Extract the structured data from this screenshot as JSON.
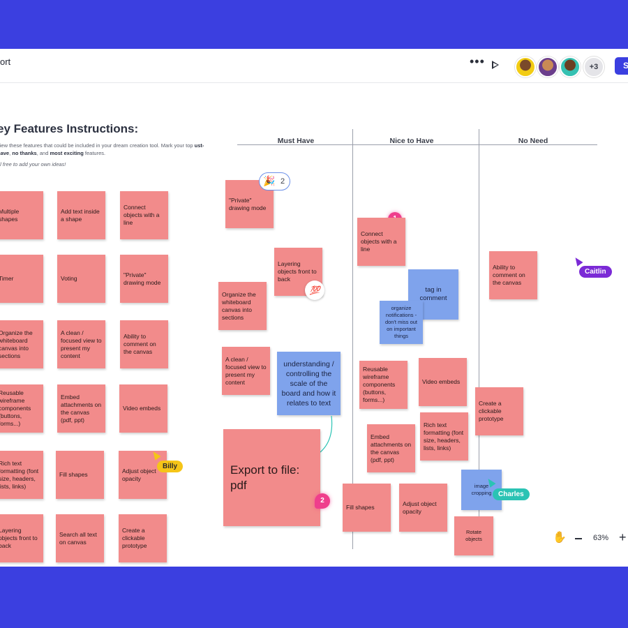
{
  "app": {
    "board_title": "ort",
    "more_label": "•••",
    "extra_collaborators": "+3",
    "share_label": "S"
  },
  "instructions": {
    "title": "ey Features Instructions:",
    "text_1": "view these features that could be included in your dream creation tool. Mark your top",
    "must_have": "ust-have",
    "comma_1": ", ",
    "no_thanks": "no thanks",
    "comma_2": ", and ",
    "most_exciting": "most exciting",
    "text_2": " features.",
    "italic": "el free to add your own ideas!"
  },
  "palette": [
    "Multiple shapes",
    "Add text inside a shape",
    "Connect objects with a line",
    "Timer",
    "Voting",
    "\"Private\" drawing mode",
    "Organize the whiteboard canvas into sections",
    "A clean / focused view to present my content",
    "Ability to comment on the canvas",
    "Reusable wireframe components (buttons, forms...)",
    "Embed attachments on the canvas (pdf, ppt)",
    "Video embeds",
    "Rich text formatting (font size, headers, lists, links)",
    "Fill shapes",
    "Adjust object opacity",
    "Layering objects front to back",
    "Search all text on canvas",
    "Create a clickable prototype"
  ],
  "columns": {
    "must_have": "Must Have",
    "nice_to_have": "Nice to Have",
    "no_need": "No Need"
  },
  "must_notes": {
    "private": "\"Private\" drawing mode",
    "layering": "Layering objects front to back",
    "organize": "Organize the whiteboard canvas into sections",
    "clean_view": "A clean / focused view to present my content",
    "understanding": "understanding / controlling the scale of the board and how it relates to text",
    "export": "Export to file: pdf"
  },
  "nice_notes": {
    "connect": "Connect objects with a line",
    "tag": "tag in comment",
    "organize_notif": "organize notifications - don't miss out on important things",
    "reusable": "Reusable wireframe components (buttons, forms...)",
    "video": "Video embeds",
    "embed": "Embed attachments on the canvas (pdf, ppt)",
    "rich": "Rich text formatting (font size, headers, lists, links)",
    "fill": "Fill shapes",
    "opacity": "Adjust object opacity"
  },
  "no_need_notes": {
    "ability": "Ability to comment on the canvas",
    "clickable": "Create a clickable prototype",
    "image": "image cropping",
    "rotate": "Rotate objects"
  },
  "reactions": {
    "party_emoji": "🎉",
    "party_count": "2",
    "hundred": "💯",
    "comment_badge_1": "1",
    "comment_badge_2": "2"
  },
  "cursors": {
    "caitlin": "Caitlin",
    "billy": "Billy",
    "charles": "Charles"
  },
  "colors": {
    "background": "#3b3fe0",
    "note_pink": "#f28b8b",
    "note_blue": "#7fa3ec",
    "caitlin": "#7b2ad6",
    "billy": "#f5c518",
    "charles": "#2bc3b4",
    "badge": "#ef3e8c"
  },
  "zoom": {
    "level": "63%",
    "hand_icon": "hand-icon",
    "plus": "+"
  }
}
